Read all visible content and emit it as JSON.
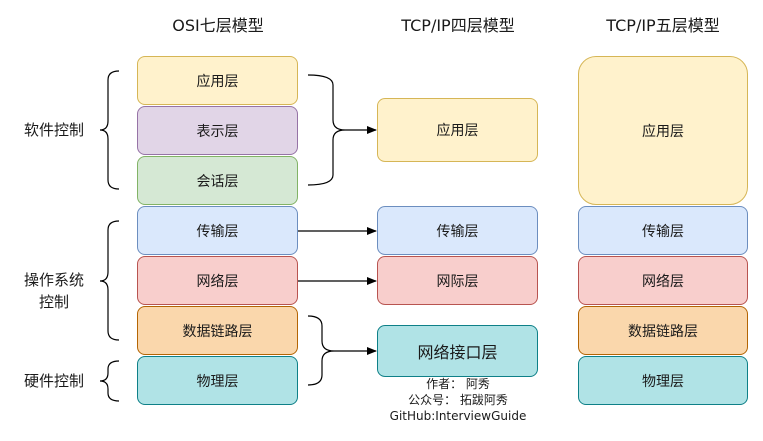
{
  "titles": {
    "osi": "OSI七层模型",
    "tcpip4": "TCP/IP四层模型",
    "tcpip5": "TCP/IP五层模型"
  },
  "osi_layers": [
    "应用层",
    "表示层",
    "会话层",
    "传输层",
    "网络层",
    "数据链路层",
    "物理层"
  ],
  "tcpip4_layers": [
    "应用层",
    "传输层",
    "网际层",
    "网络接口层"
  ],
  "tcpip5_layers": [
    "应用层",
    "传输层",
    "网络层",
    "数据链路层",
    "物理层"
  ],
  "side_labels": {
    "software": "软件控制",
    "os_line1": "操作系统",
    "os_line2": "控制",
    "hardware": "硬件控制"
  },
  "author": {
    "line1": "作者：  阿秀",
    "line2": "公众号：  拓跋阿秀",
    "line3": "GitHub:InterviewGuide"
  },
  "colors": {
    "application": "#fff2cc",
    "presentation": "#e1d5e7",
    "session": "#d5e8d4",
    "transport": "#dae8fc",
    "network": "#f8cecc",
    "data_link": "#fad7ac",
    "physical": "#b0e3e6"
  }
}
